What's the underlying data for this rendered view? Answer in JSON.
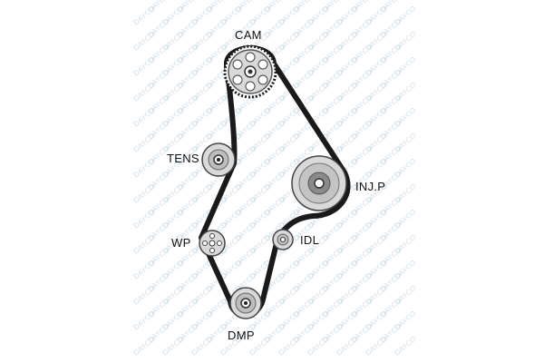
{
  "watermark": {
    "text": "DAYCO",
    "color": "#cfe0ec"
  },
  "colors": {
    "belt": "#1a1a1a",
    "pulley_fill": "#d9d9d9",
    "pulley_dark": "#8a8a8a"
  },
  "labels": {
    "cam": "CAM",
    "tens": "TENS",
    "inj_p": "INJ.P",
    "wp": "WP",
    "idl": "IDL",
    "dmp": "DMP"
  }
}
